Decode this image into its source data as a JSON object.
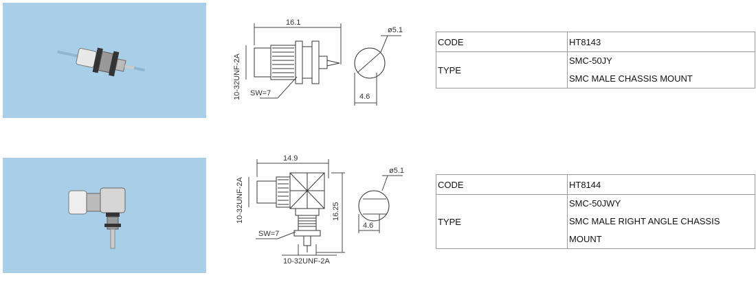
{
  "products": [
    {
      "code_label": "CODE",
      "code": "HT8143",
      "type_label": "TYPE",
      "type_lines": [
        "SMC-50JY",
        "SMC MALE CHASSIS MOUNT"
      ],
      "dims": {
        "length": "16.1",
        "diameter": "ø5.1",
        "thread": "10-32UNF-2A",
        "wrench": "SW=7",
        "flat": "4.6"
      }
    },
    {
      "code_label": "CODE",
      "code": "HT8144",
      "type_label": "TYPE",
      "type_lines": [
        "SMC-50JWY",
        "SMC MALE RIGHT ANGLE CHASSIS",
        "MOUNT"
      ],
      "dims": {
        "length": "14.9",
        "diameter": "ø5.1",
        "thread_side": "10-32UNF-2A",
        "wrench": "SW=7",
        "thread_bottom": "10-32UNF-2A",
        "height": "16.25",
        "flat": "4.6"
      }
    }
  ],
  "colors": {
    "photo_bg": "#a9cfe8",
    "table_border": "#9a9a9a"
  }
}
